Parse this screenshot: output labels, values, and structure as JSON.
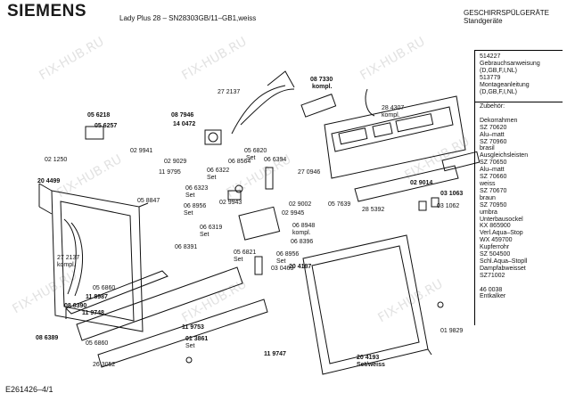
{
  "header": {
    "brand": "SIEMENS",
    "model": "Lady Plus 28 – SN28303GB/11–GB1,weiss",
    "category_line1": "GESCHIRRSPÜLGERÄTE",
    "category_line2": "Standgeräte"
  },
  "documents": [
    "514227",
    "Gebrauchsanweisung",
    "(D,GB,F,I,NL)",
    "513779",
    "Montageanleitung",
    "(D,GB,F,I,NL)"
  ],
  "accessories": [
    "Zubehör:",
    "",
    "Dekorrahmen",
    "SZ 70620",
    "Alu–matt",
    "SZ 70960",
    "brasil",
    "Ausgleichsleisten",
    "SZ 70650",
    "Alu–matt",
    "SZ 70660",
    "weiss",
    "SZ 70670",
    "braun",
    "SZ 70950",
    "umbra",
    "Unterbausockel",
    "KX 865900",
    "Verl.Aqua–Stop",
    "WX 459700",
    "Kupferrohr",
    "SZ 504500",
    "Schl.Aqua–Stopll",
    "Dampfabweisset",
    "SZ71002",
    "",
    "46 0038",
    "Entkalker"
  ],
  "part_labels": {
    "p056218": "05 6218",
    "p056257": "05 6257",
    "p087946": "08 7946",
    "p140472": "14 0472",
    "p272137a": "27 2137",
    "p087330": "08 7330",
    "kompl1": "kompl.",
    "p284307": "28 4307",
    "kompl2": "kompl.",
    "p021250": "02 1250",
    "p029941": "02 9941",
    "p029029": "02 9029",
    "p119795": "11 9795",
    "p066322": "06 6322",
    "set1": "Set",
    "p068564": "06 8564",
    "p066394": "06 6394",
    "p056820": "05 6820",
    "set2": "Set",
    "p204499": "20 4499",
    "p058847": "05 8847",
    "p066323": "06 6323",
    "set3": "Set",
    "p068956a": "06 8956",
    "set4": "Set",
    "p029943": "02 9943",
    "p029002": "02 9002",
    "p029945": "02 9945",
    "p270946": "27 0946",
    "p057639": "05 7639",
    "p285392": "28 5392",
    "p029014": "02 9014",
    "p031063": "03 1063",
    "p031062": "03 1062",
    "p066319": "06 6319",
    "set5": "Set",
    "p068948": "06 8948",
    "kompl3": "kompl.",
    "p068396": "06 8396",
    "p272137b": "27 2137",
    "kompl4": "kompl.",
    "p068391": "06 8391",
    "p056821": "05 6821",
    "set6": "Set",
    "p068956b": "06 8956",
    "set7": "Set",
    "p030463": "03 0463",
    "p204187": "20 4187",
    "p056860a": "05 6860",
    "p118987": "11 8987",
    "p086390": "08 6390",
    "p119748": "11 9748",
    "p086389": "08 6389",
    "p119753": "11 9753",
    "p056860b": "05 6860",
    "p013861": "01 3861",
    "p013861set": "Set",
    "p263052": "26 3052",
    "p119747": "11 9747",
    "p204193": "20 4193",
    "p204193set": "Set/weiss",
    "p019829": "01 9829"
  },
  "footer": {
    "code": "E261426–4/1"
  },
  "watermark": "FIX-HUB.RU"
}
